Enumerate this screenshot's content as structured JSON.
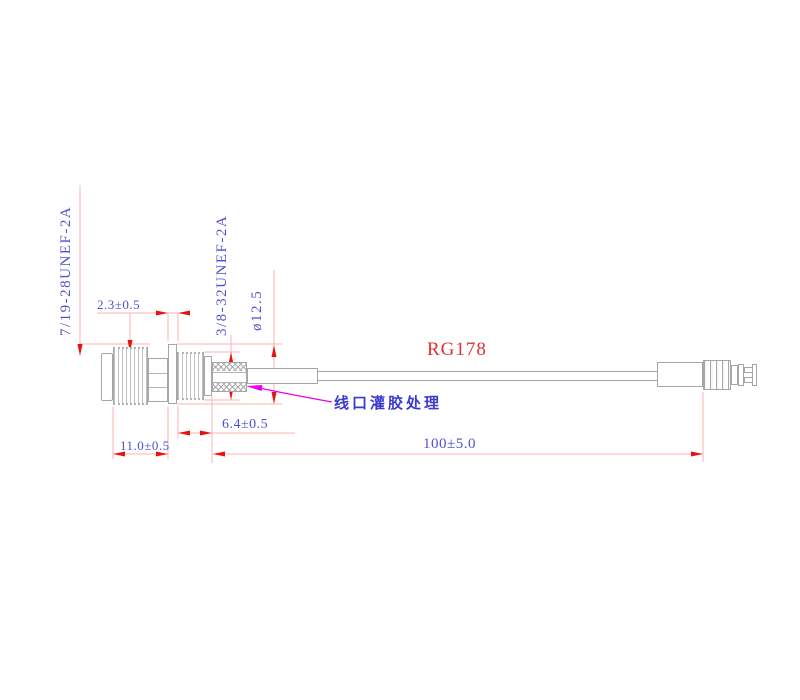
{
  "drawing": {
    "part_note": "RG178",
    "glue_note": "线口灌胶处理",
    "dimensions": {
      "thread_left": "7/19-28UNEF-2A",
      "thread_right": "3/8-32UNEF-2A",
      "flange_diameter": "ø12.5",
      "flange_thickness": "2.3±0.5",
      "connector_body_length": "11.0±0.5",
      "thread_stickout_length": "6.4±0.5",
      "cable_length": "100±5.0"
    },
    "colors": {
      "dimension_text_blue": "#5050d0",
      "dimension_line_pink": "#ffb0b0",
      "arrowhead_red": "#e81010",
      "leader_magenta": "#ee00ee",
      "part_outline_gray": "#a6a6a6",
      "note_red": "#e03030",
      "background": "#ffffff"
    }
  }
}
